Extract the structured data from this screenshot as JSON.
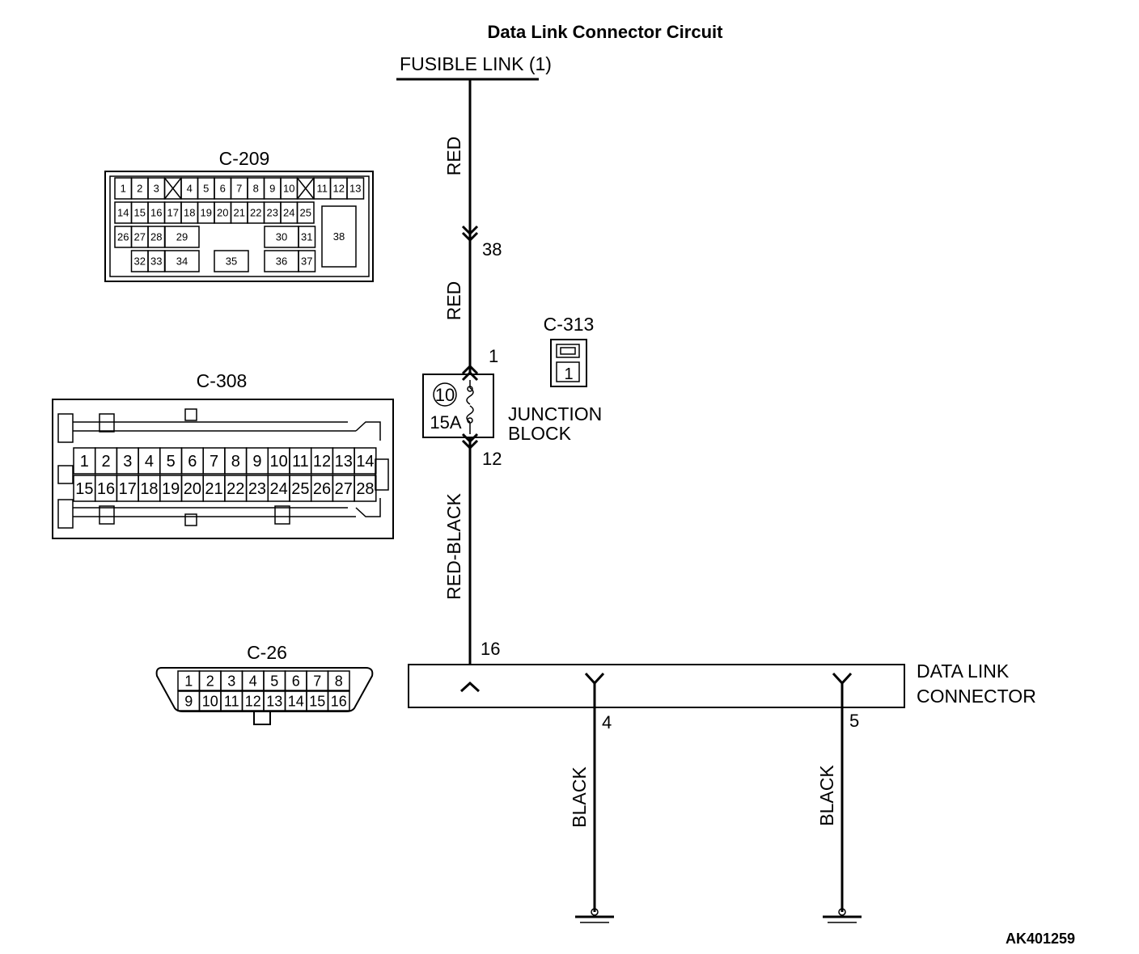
{
  "title": "Data Link Connector Circuit",
  "fusible_link": "FUSIBLE LINK (1)",
  "wires": {
    "red_1": "RED",
    "red_2": "RED",
    "red_black": "RED-BLACK",
    "black_1": "BLACK",
    "black_2": "BLACK"
  },
  "pins": {
    "p38": "38",
    "p1": "1",
    "p12": "12",
    "p16": "16",
    "p4": "4",
    "p5": "5"
  },
  "junction_block": {
    "line1": "JUNCTION",
    "line2": "BLOCK",
    "fuse_number": "10",
    "fuse_rating": "15A"
  },
  "data_link_connector": {
    "line1": "DATA LINK",
    "line2": "CONNECTOR"
  },
  "connectors": {
    "c209": {
      "name": "C-209",
      "row1": [
        "1",
        "2",
        "3",
        "4",
        "5",
        "6",
        "7",
        "8",
        "9",
        "10",
        "11",
        "12",
        "13"
      ],
      "row2": [
        "14",
        "15",
        "16",
        "17",
        "18",
        "19",
        "20",
        "21",
        "22",
        "23",
        "24",
        "25"
      ],
      "row3": [
        "26",
        "27",
        "28",
        "29",
        "30",
        "31",
        "38"
      ],
      "row4": [
        "32",
        "33",
        "34",
        "35",
        "36",
        "37"
      ]
    },
    "c313": {
      "name": "C-313",
      "pin": "1"
    },
    "c308": {
      "name": "C-308",
      "row1": [
        "1",
        "2",
        "3",
        "4",
        "5",
        "6",
        "7",
        "8",
        "9",
        "10",
        "11",
        "12",
        "13",
        "14"
      ],
      "row2": [
        "15",
        "16",
        "17",
        "18",
        "19",
        "20",
        "21",
        "22",
        "23",
        "24",
        "25",
        "26",
        "27",
        "28"
      ]
    },
    "c26": {
      "name": "C-26",
      "row1": [
        "1",
        "2",
        "3",
        "4",
        "5",
        "6",
        "7",
        "8"
      ],
      "row2": [
        "9",
        "10",
        "11",
        "12",
        "13",
        "14",
        "15",
        "16"
      ]
    }
  },
  "figure_id": "AK401259"
}
